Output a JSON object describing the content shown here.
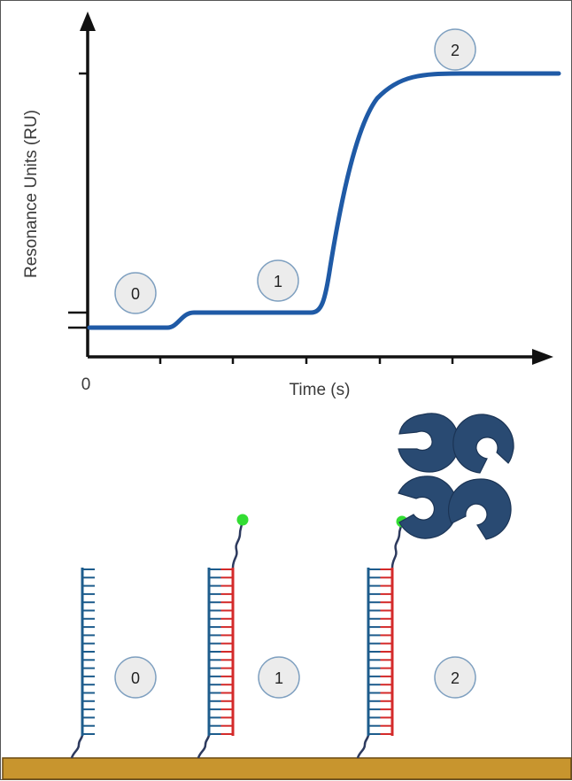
{
  "graph": {
    "y_axis_label": "Resonance Units (RU)",
    "x_axis_label": "Time (s)",
    "x_origin_label": "0",
    "stage_labels": [
      "0",
      "1",
      "2"
    ]
  },
  "schematic": {
    "stage_labels": [
      "0",
      "1",
      "2"
    ]
  },
  "colors": {
    "curve": "#1f5aa6",
    "axis": "#111111",
    "probe_strand": "#1d5c8c",
    "target_strand": "#d42a2a",
    "fluorophore": "#33dd33",
    "protein": "#294a72",
    "surface": "#c8952e",
    "linker": "#2d3a5e"
  }
}
